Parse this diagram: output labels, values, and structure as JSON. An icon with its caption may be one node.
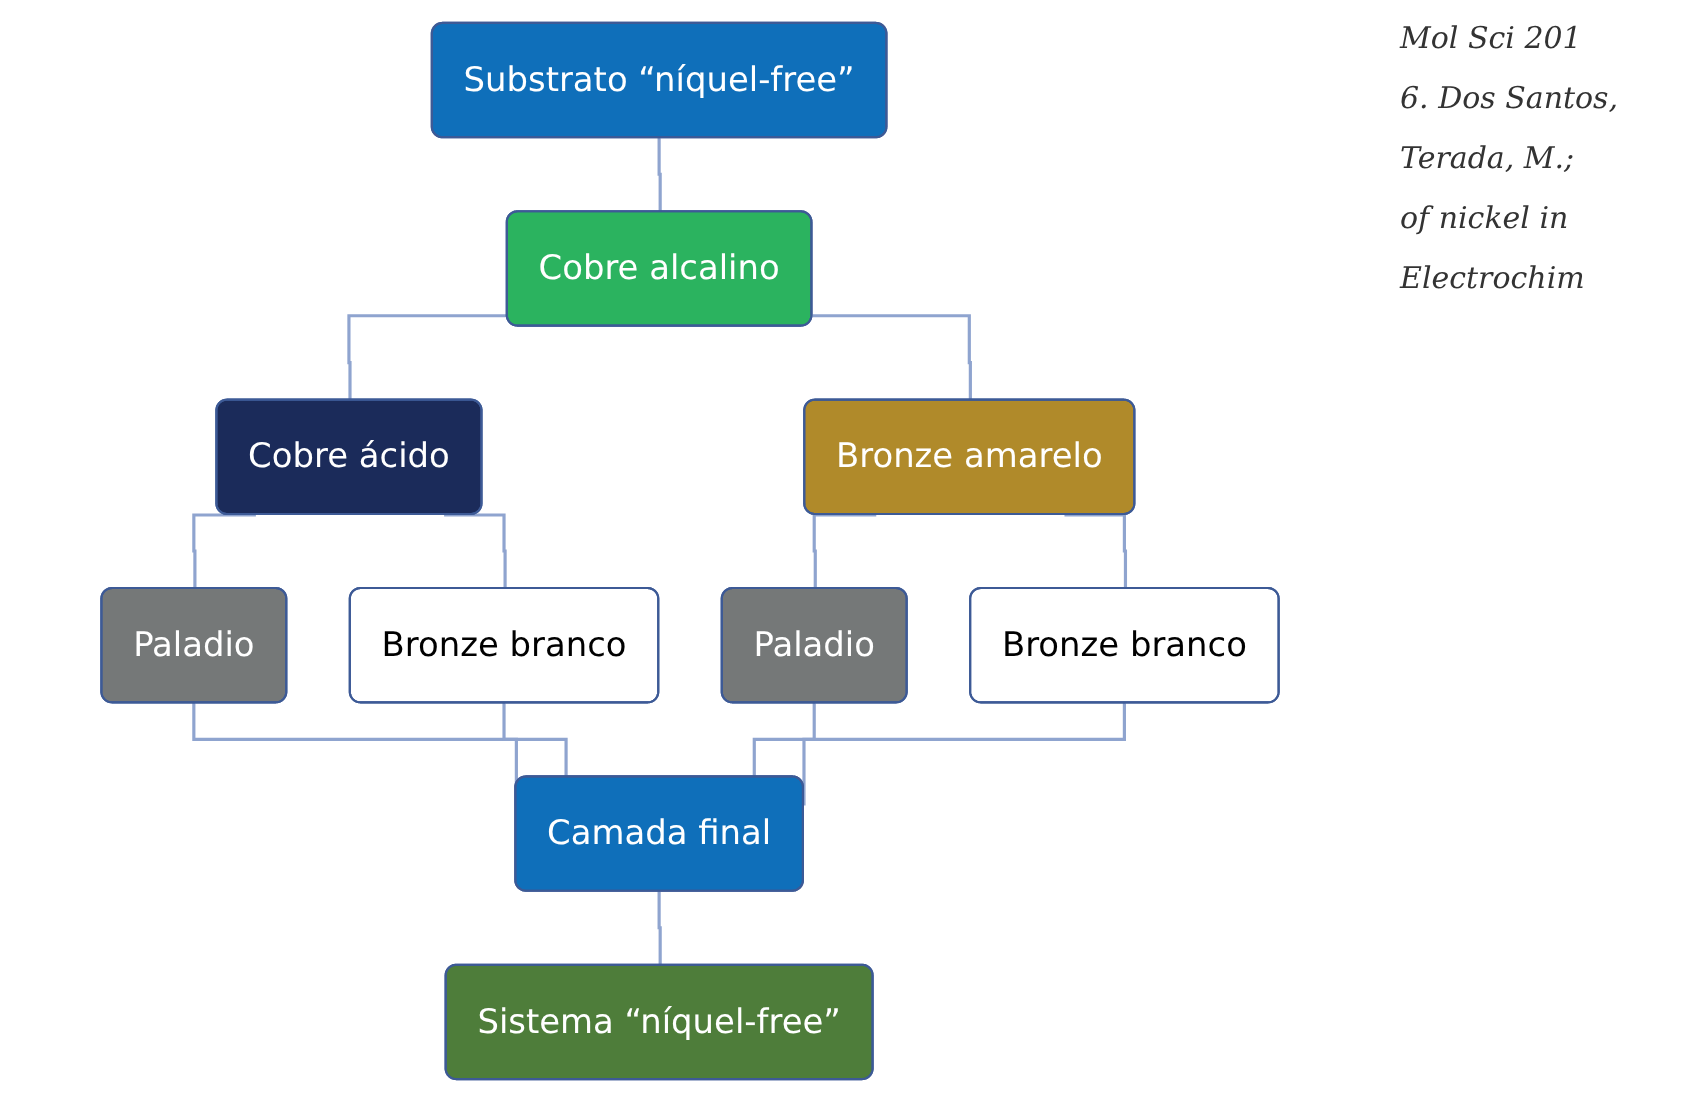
{
  "diagram": {
    "nodes": [
      {
        "text": [
          "Substrato “níquel-free”"
        ]
      },
      {
        "text": [
          "Cobre alcalino"
        ]
      },
      {
        "text": [
          "Cobre ácido"
        ]
      },
      {
        "text": [
          "Bronze amarelo"
        ]
      },
      {
        "text": [
          "Paladio"
        ]
      },
      {
        "text": [
          "Bronze branco"
        ]
      },
      {
        "text": [
          "Paladio"
        ]
      },
      {
        "text": [
          "Bronze branco"
        ]
      },
      {
        "text": [
          "Camada final"
        ]
      },
      {
        "text": [
          "Sistema “níquel-free”"
        ]
      }
    ],
    "edges": [
      {
        "from": 0,
        "to": 1,
        "arrow": "none"
      },
      {
        "from": 1,
        "to": 2,
        "arrow": "none"
      },
      {
        "from": 1,
        "to": 3,
        "arrow": "none"
      },
      {
        "from": 2,
        "to": 4,
        "arrow": "none"
      },
      {
        "from": 2,
        "to": 5,
        "arrow": "none"
      },
      {
        "from": 3,
        "to": 6,
        "arrow": "none"
      },
      {
        "from": 3,
        "to": 7,
        "arrow": "none"
      },
      {
        "from": 4,
        "to": 8,
        "arrow": "none"
      },
      {
        "from": 5,
        "to": 8,
        "arrow": "none"
      },
      {
        "from": 6,
        "to": 8,
        "arrow": "none"
      },
      {
        "from": 7,
        "to": 8,
        "arrow": "none"
      },
      {
        "from": 8,
        "to": 9,
        "arrow": "none"
      }
    ],
    "labels": [
      "Mol Sci 201",
      "6. Dos Santos,",
      "Terada, M.;",
      "of nickel in",
      "Electrochim"
    ]
  }
}
